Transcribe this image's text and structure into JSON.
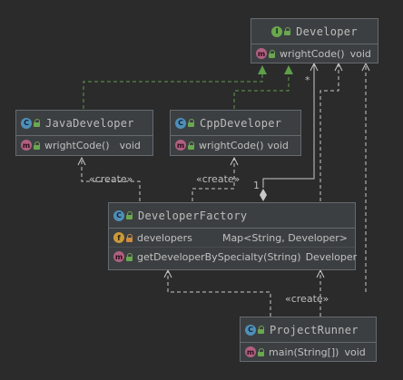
{
  "classes": {
    "developer": {
      "name": "Developer",
      "kind": "I",
      "method": {
        "name": "wrightCode()",
        "type": "void"
      }
    },
    "java": {
      "name": "JavaDeveloper",
      "kind": "C",
      "method": {
        "name": "wrightCode()",
        "type": "void"
      }
    },
    "cpp": {
      "name": "CppDeveloper",
      "kind": "C",
      "method": {
        "name": "wrightCode()",
        "type": "void"
      }
    },
    "factory": {
      "name": "DeveloperFactory",
      "kind": "C",
      "field": {
        "badge": "f",
        "name": "developers",
        "type": "Map<String, Developer>"
      },
      "method": {
        "name": "getDeveloperBySpecialty(String)",
        "type": "Developer"
      }
    },
    "runner": {
      "name": "ProjectRunner",
      "kind": "C",
      "method": {
        "name": "main(String[])",
        "type": "void"
      }
    }
  },
  "labels": {
    "create_java": "«create»",
    "create_cpp": "«create»",
    "create_runner": "«create»",
    "mult_one": "1",
    "mult_many": "*"
  },
  "colors": {
    "background": "#2b2b2b",
    "implements": "#5f9e4a",
    "line": "#c8c8c8"
  }
}
